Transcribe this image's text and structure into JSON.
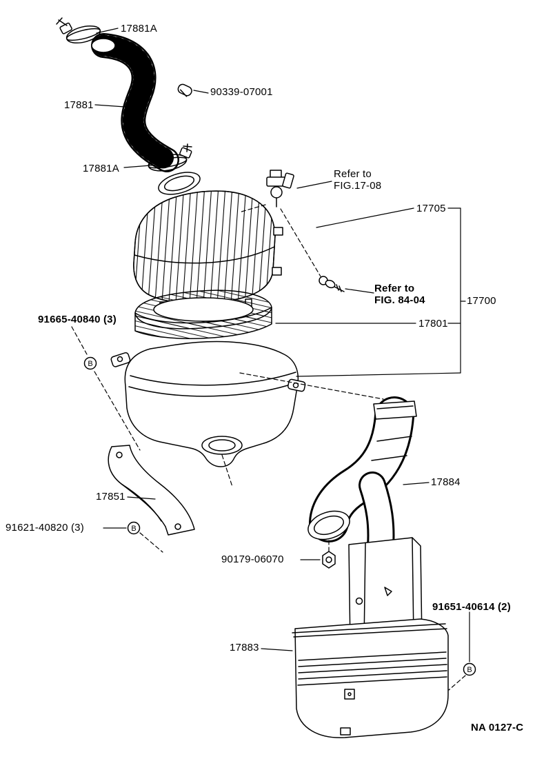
{
  "labels": {
    "clamp_upper": "17881A",
    "hose": "17881",
    "plug": "90339-07001",
    "clamp_lower": "17881A",
    "ref_fig_17_08": "Refer to\nFIG.17-08",
    "cap": "17705",
    "ref_fig_84_04": "Refer to\nFIG. 84-04",
    "assembly": "17700",
    "element": "17801",
    "bolt_small": "91665-40840 (3)",
    "bracket": "17851",
    "bolt_bracket": "91621-40820 (3)",
    "duct": "17884",
    "nut": "90179-06070",
    "bolt_resonator": "91651-40614 (2)",
    "resonator": "17883"
  },
  "marks": {
    "b1": "B",
    "b2": "B",
    "b3": "B"
  },
  "footer": {
    "code": "NA 0127-C"
  },
  "colors": {
    "ink": "#000000",
    "paper": "#ffffff"
  }
}
